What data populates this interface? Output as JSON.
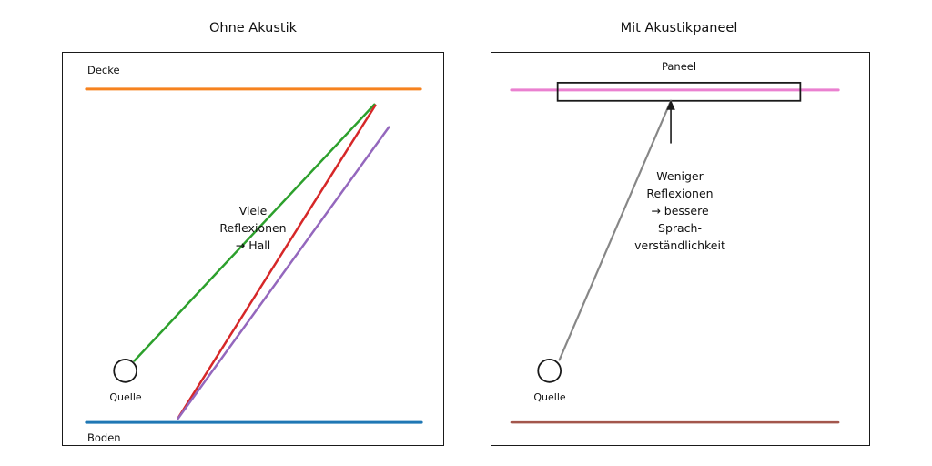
{
  "left_panel": {
    "title": "Ohne Akustik",
    "ceiling_label": "Decke",
    "floor_label": "Boden",
    "source_label": "Quelle",
    "annotation_lines": [
      "Viele",
      "Reflexionen",
      "→ Hall"
    ]
  },
  "right_panel": {
    "title": "Mit Akustikpaneel",
    "panel_label": "Paneel",
    "source_label": "Quelle",
    "annotation_lines": [
      "Weniger",
      "Reflexionen",
      "→ bessere",
      "Sprach-",
      "verständlichkeit"
    ]
  },
  "colors": {
    "ceiling_orange": "#f6821e",
    "floor_blue": "#1f77b4",
    "ray_green": "#2ca02c",
    "ray_red": "#d62728",
    "ray_purple": "#9467bd",
    "ray_gray": "#878787",
    "panel_pink": "#ea80d0",
    "floor_brown": "#a3564c",
    "outline_black": "#1a1a1a"
  }
}
